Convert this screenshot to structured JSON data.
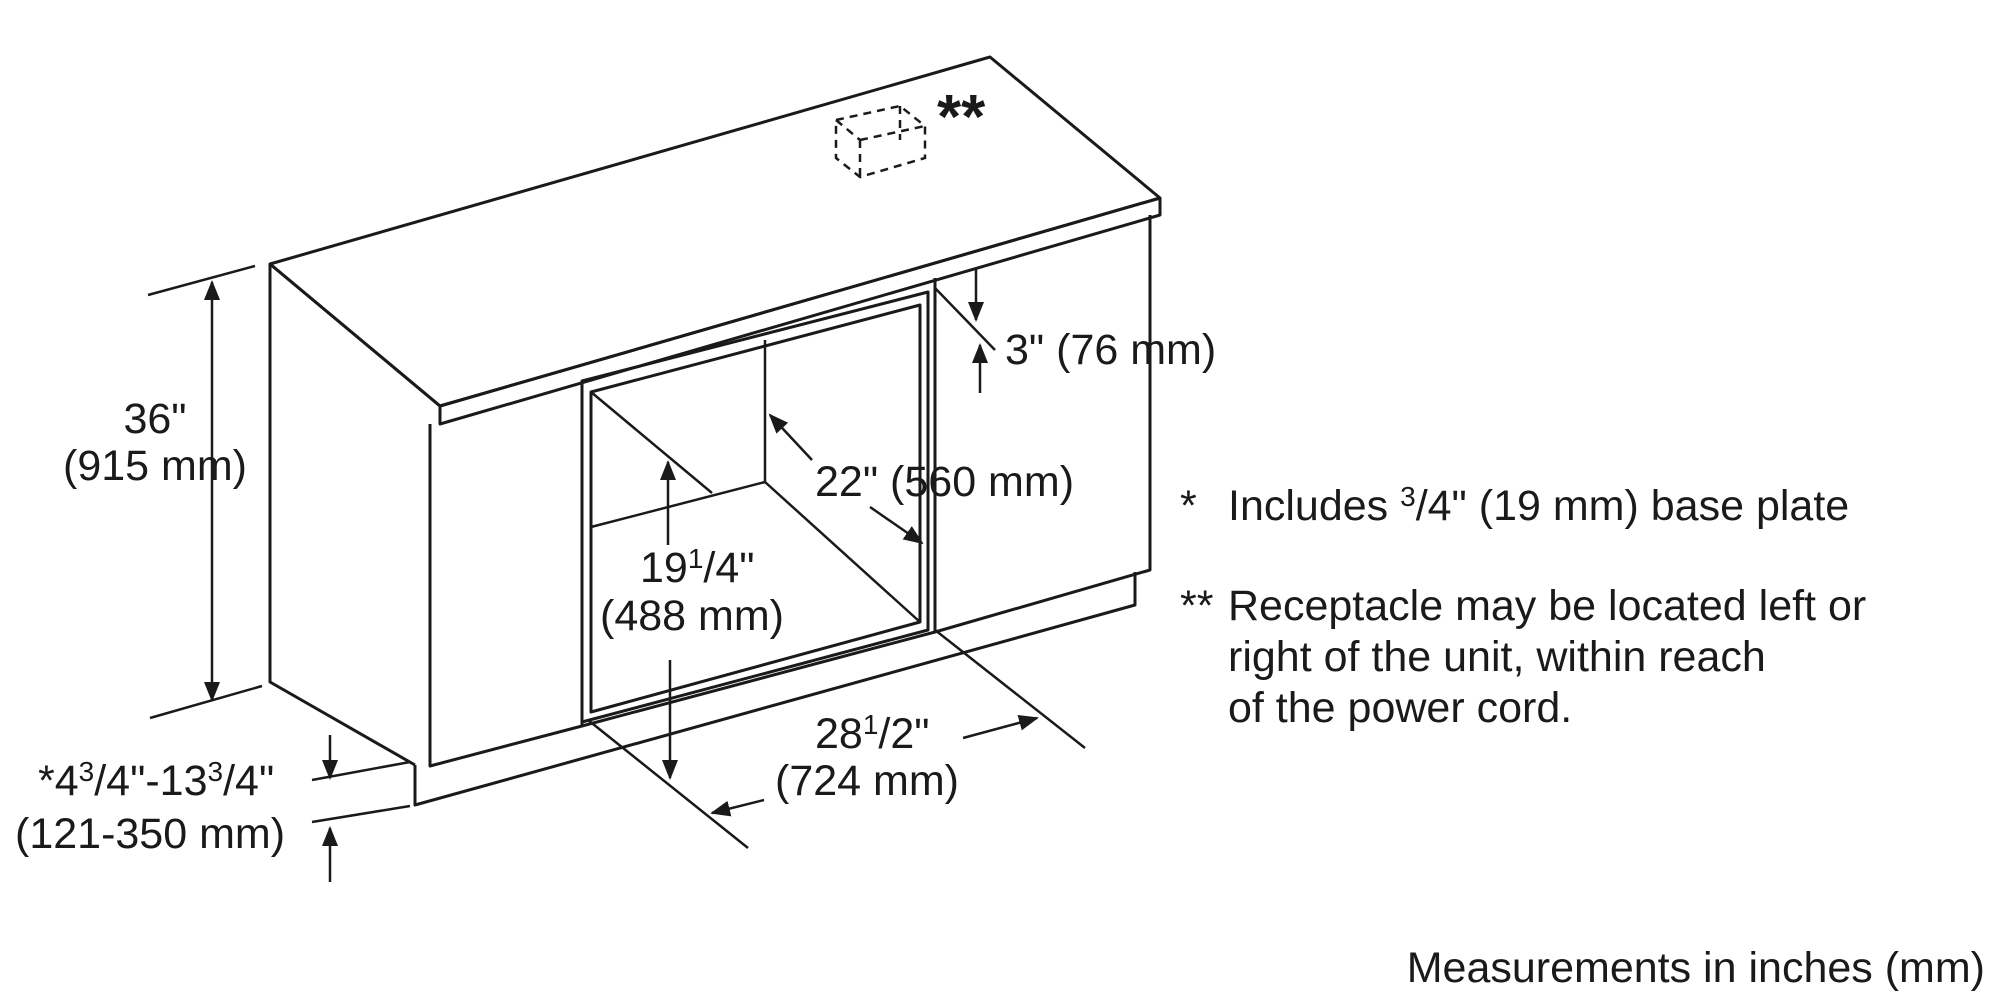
{
  "receptacle_marker": "**",
  "dimensions": {
    "height": {
      "inch": "36\"",
      "mm": "(915 mm)"
    },
    "top_gap": {
      "label": "3\" (76 mm)"
    },
    "depth": {
      "label": "22\" (560 mm)"
    },
    "opening_height": {
      "whole": "19",
      "num": "1",
      "den": "4\"",
      "mm": "(488 mm)"
    },
    "opening_width": {
      "whole": "28",
      "num": "1",
      "den": "2\"",
      "mm": "(724 mm)"
    },
    "base": {
      "prefix": "*4",
      "num1": "3",
      "mid": "/4\"-13",
      "num2": "3",
      "den2": "/4\"",
      "mm": "(121-350 mm)"
    }
  },
  "notes": {
    "note1": {
      "marker": "*",
      "pre": "Includes ",
      "num": "3",
      "rest": "/4\" (19 mm) base plate"
    },
    "note2": {
      "marker": "**",
      "lines": [
        "Receptacle may be located left or",
        "right of the unit, within reach",
        "of the power cord."
      ]
    }
  },
  "footer": "Measurements in inches (mm)"
}
